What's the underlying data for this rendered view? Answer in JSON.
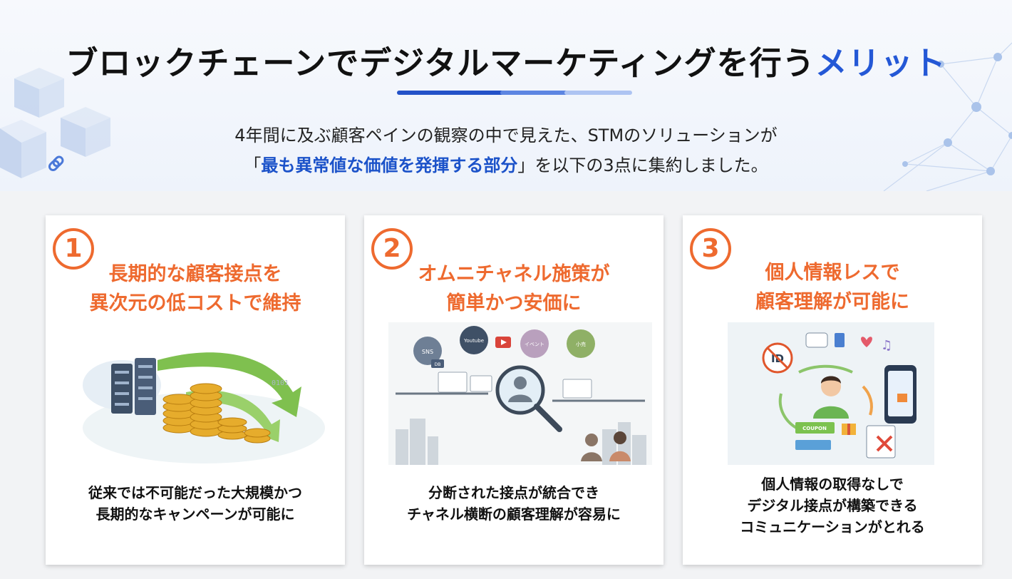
{
  "hero": {
    "title_main": "ブロックチェーンでデジタルマーケティングを行う",
    "title_accent": "メリット",
    "subtitle_line1": "4年間に及ぶ顧客ペインの観察の中で見えた、STMのソリューションが",
    "subtitle_line2_open": "「",
    "subtitle_line2_highlight": "最も異常値な価値を発揮する部分",
    "subtitle_line2_rest": "」を以下の3点に集約しました。"
  },
  "cards": [
    {
      "number": "1",
      "heading_line1": "長期的な顧客接点を",
      "heading_line2": "異次元の低コストで維持",
      "desc_line1": "従来では不可能だった大規模かつ",
      "desc_line2": "長期的なキャンペーンが可能に",
      "illus_text": "0101"
    },
    {
      "number": "2",
      "heading_line1": "オムニチャネル施策が",
      "heading_line2": "簡単かつ安価に",
      "desc_line1": "分断された接点が統合でき",
      "desc_line2": "チャネル横断の顧客理解が容易に",
      "illus_labels": {
        "sns": "SNS",
        "youtube": "Youtube",
        "event": "イベント",
        "retail": "小売",
        "db": "DB"
      }
    },
    {
      "number": "3",
      "heading_line1": "個人情報レスで",
      "heading_line2": "顧客理解が可能に",
      "desc_line1": "個人情報の取得なしで",
      "desc_line2": "デジタル接点が構築できる",
      "desc_line3": "コミュニケーションがとれる",
      "illus_labels": {
        "id": "ID",
        "coupon": "COUPON"
      }
    }
  ],
  "colors": {
    "accent_blue": "#2458d6",
    "highlight_blue": "#1b52c9",
    "accent_orange": "#ee6a2f",
    "underline_dark": "#2452c8",
    "underline_mid": "#5d86e2",
    "underline_light": "#aec4f2"
  },
  "icons": [
    "cube-icon",
    "chain-link-icon",
    "server-icon",
    "coin-stack-icon",
    "arrow-icon",
    "magnifier-icon",
    "person-icon",
    "smartphone-icon",
    "id-card-icon",
    "heart-icon",
    "thumbs-up-icon",
    "music-note-icon",
    "gift-icon"
  ]
}
